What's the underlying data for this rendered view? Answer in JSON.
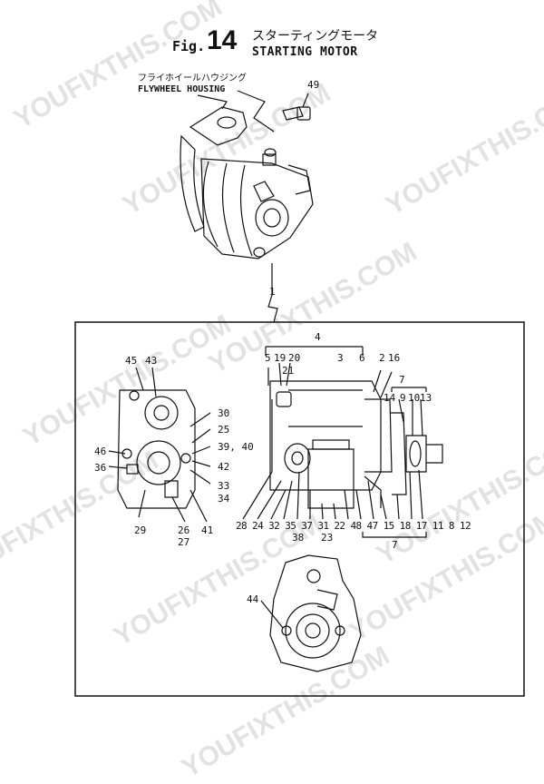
{
  "header": {
    "fig_prefix": "Fig.",
    "fig_number": "14",
    "title_jp": "スターティングモータ",
    "title_en": "STARTING MOTOR"
  },
  "housing_label": {
    "jp": "フライホイールハウジング",
    "en": "FLYWHEEL HOUSING"
  },
  "callouts": {
    "top_bolt": "49",
    "main_assy": "1",
    "front": [
      "45",
      "43",
      "30",
      "25",
      "39, 40",
      "46",
      "36",
      "42",
      "33",
      "34",
      "29",
      "26",
      "27",
      "41"
    ],
    "side_top": [
      "4",
      "5",
      "19",
      "20",
      "21",
      "3",
      "6",
      "2",
      "16",
      "7",
      "14",
      "9",
      "10",
      "13"
    ],
    "side_bottom_row": "28 24 32 35 37 31 22 48 47 15 18 17 11 8 12",
    "side_bottom_sub": [
      "38",
      "23"
    ],
    "side_bottom_bracket": "7",
    "end_view": "44"
  },
  "watermark": "YOUFIXTHIS.COM"
}
